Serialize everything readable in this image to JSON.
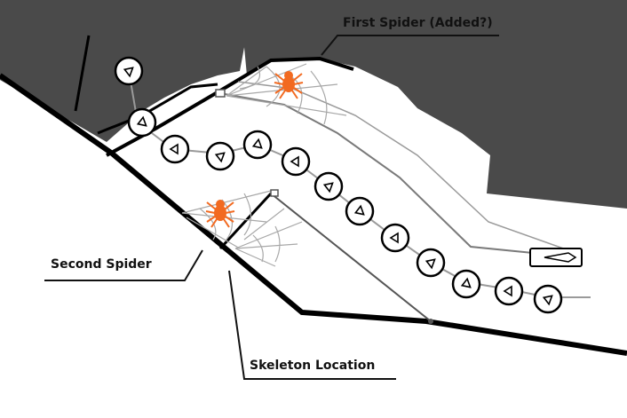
{
  "labels": {
    "first_spider": "First Spider (Added?)",
    "second_spider": "Second Spider",
    "skeleton_location": "Skeleton Location"
  },
  "colors": {
    "wall_fill": "#4a4a4a",
    "wall_line": "#000000",
    "floor": "#ffffff",
    "spider": "#f26a21",
    "web": "#a8a8a8",
    "path_line": "#9a9a9a",
    "marker_ring": "#000000"
  },
  "icons": {
    "waypoint": "waypoint-marker-icon",
    "spider": "spider-icon",
    "web": "cobweb-icon",
    "vehicle": "vehicle-icon"
  }
}
